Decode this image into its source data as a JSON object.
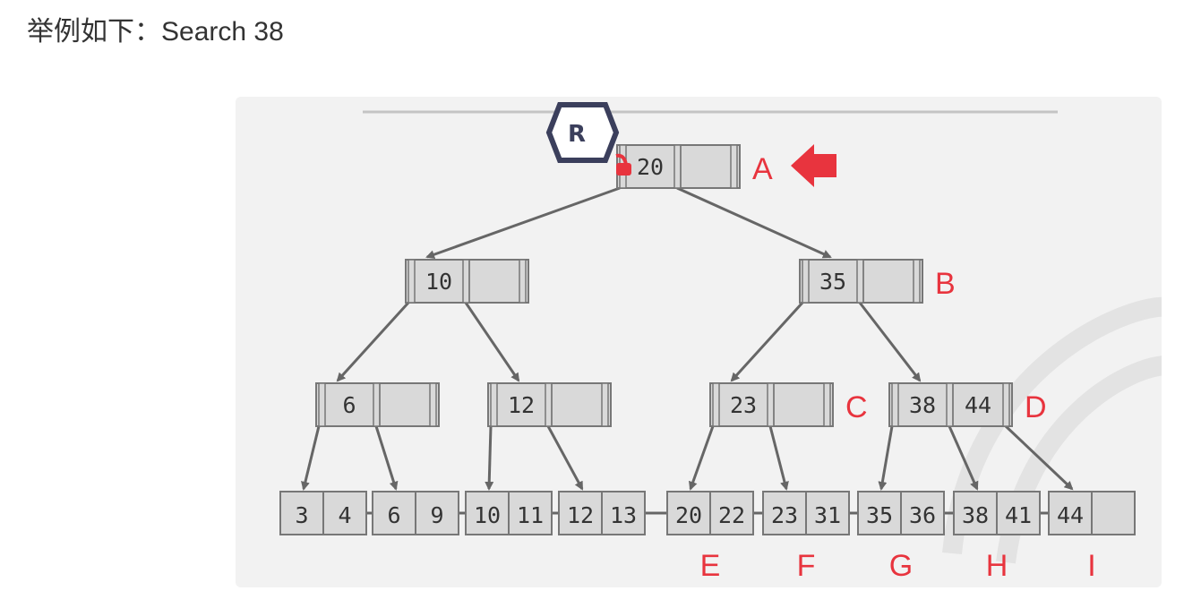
{
  "heading": "举例如下：Search 38",
  "latch_badge": "R",
  "tree": {
    "inner_nodes": [
      {
        "id": "A",
        "label": "A",
        "keys": [
          "20",
          ""
        ]
      },
      {
        "id": "n10",
        "label": "",
        "keys": [
          "10",
          ""
        ]
      },
      {
        "id": "B",
        "label": "B",
        "keys": [
          "35",
          ""
        ]
      },
      {
        "id": "n6",
        "label": "",
        "keys": [
          "6",
          ""
        ]
      },
      {
        "id": "n12",
        "label": "",
        "keys": [
          "12",
          ""
        ]
      },
      {
        "id": "C",
        "label": "C",
        "keys": [
          "23",
          ""
        ]
      },
      {
        "id": "D",
        "label": "D",
        "keys": [
          "38",
          "44"
        ]
      }
    ],
    "leaf_nodes": [
      {
        "id": "L1",
        "label": "",
        "keys": [
          "3",
          "4"
        ]
      },
      {
        "id": "L2",
        "label": "",
        "keys": [
          "6",
          "9"
        ]
      },
      {
        "id": "L3",
        "label": "",
        "keys": [
          "10",
          "11"
        ]
      },
      {
        "id": "L4",
        "label": "",
        "keys": [
          "12",
          "13"
        ]
      },
      {
        "id": "E",
        "label": "E",
        "keys": [
          "20",
          "22"
        ]
      },
      {
        "id": "F",
        "label": "F",
        "keys": [
          "23",
          "31"
        ]
      },
      {
        "id": "G",
        "label": "G",
        "keys": [
          "35",
          "36"
        ]
      },
      {
        "id": "H",
        "label": "H",
        "keys": [
          "38",
          "41"
        ]
      },
      {
        "id": "I",
        "label": "I",
        "keys": [
          "44",
          ""
        ]
      }
    ],
    "edges": [
      [
        "A",
        "n10"
      ],
      [
        "A",
        "B"
      ],
      [
        "n10",
        "n6"
      ],
      [
        "n10",
        "n12"
      ],
      [
        "B",
        "C"
      ],
      [
        "B",
        "D"
      ],
      [
        "n6",
        "L1"
      ],
      [
        "n6",
        "L2"
      ],
      [
        "n12",
        "L3"
      ],
      [
        "n12",
        "L4"
      ],
      [
        "C",
        "E"
      ],
      [
        "C",
        "F"
      ],
      [
        "D",
        "G"
      ],
      [
        "D",
        "H"
      ],
      [
        "D",
        "I"
      ]
    ]
  },
  "colors": {
    "node_fill": "#d9d9d9",
    "node_stroke": "#777777",
    "edge": "#666666",
    "label": "#e8343e",
    "badge_stroke": "#3b3f5c",
    "pointer_arrow": "#e8343e"
  }
}
